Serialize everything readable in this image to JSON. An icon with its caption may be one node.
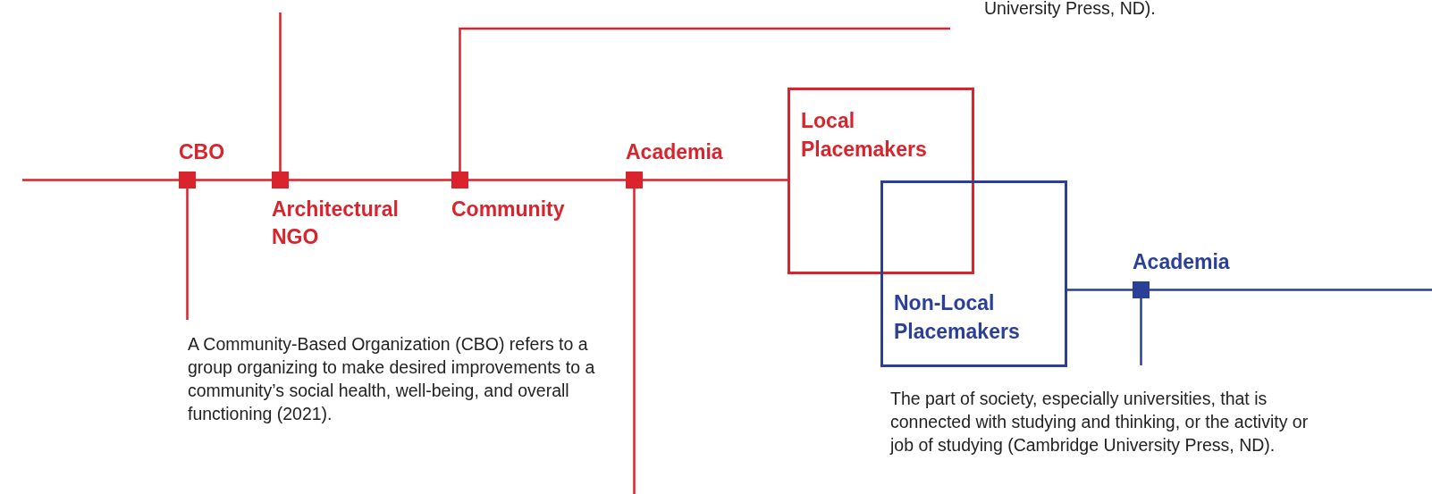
{
  "diagram": {
    "nodes": [
      {
        "text": [
          "CBO"
        ]
      },
      {
        "text": [
          "Architectural NGO"
        ]
      },
      {
        "text": [
          "Community"
        ]
      },
      {
        "text": [
          "Academia"
        ]
      },
      {
        "text": [
          "Local Placemakers"
        ]
      },
      {
        "text": [
          "Non-Local Placemakers"
        ]
      },
      {
        "text": [
          "Academia"
        ]
      },
      {
        "text": [
          "A Community-Based Organization (CBO) refers to a group organizing to make desired improvements to a community’s social health, well-being, and overall functioning (2021)."
        ]
      },
      {
        "text": [
          "The part of society, especially universities, that is connected with studying and thinking, or the activity or job of studying (Cambridge University Press, ND)."
        ]
      }
    ],
    "edges": [
      {
        "from": null,
        "to": 0,
        "arrow": "none"
      },
      {
        "from": 0,
        "to": 1,
        "arrow": "none"
      },
      {
        "from": 1,
        "to": 2,
        "arrow": "none"
      },
      {
        "from": 2,
        "to": 3,
        "arrow": "none"
      },
      {
        "from": 3,
        "to": 4,
        "arrow": "none"
      },
      {
        "from": 0,
        "to": 7,
        "arrow": "none"
      },
      {
        "from": 1,
        "to": null,
        "arrow": "none"
      },
      {
        "from": 2,
        "to": null,
        "arrow": "none"
      },
      {
        "from": 3,
        "to": null,
        "arrow": "none"
      },
      {
        "from": 5,
        "to": 6,
        "arrow": "none",
        "color": "#2a3f96"
      },
      {
        "from": 6,
        "to": null,
        "arrow": "none",
        "color": "#2a3f96"
      },
      {
        "from": 6,
        "to": 8,
        "arrow": "none",
        "color": "#2a3f96"
      }
    ],
    "labels": [
      "University Press, ND)."
    ]
  }
}
